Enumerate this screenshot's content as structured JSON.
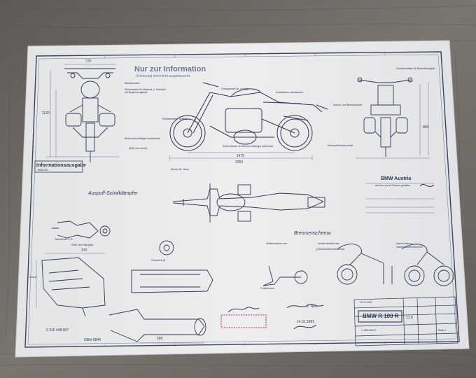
{
  "sheet": {
    "notice_title": "Nur zur Information",
    "notice_subtitle": "Zeichnung wird nicht ausgetauscht",
    "view_heading_exhaust": "Auspuff-Schalldämpfer",
    "view_heading_brakes": "Bremsenschema"
  },
  "callouts": {
    "blinker_front": "Blinkleuchte",
    "headlight": "Scheinwerfer für Abblend- u. Fernlicht mit Begrenzungslicht",
    "engine_guard": "Motorschutzbügel wahlweise",
    "guard_width": "(800 mm breit)",
    "tank_cap": "Fahrgestell-Nr. rechts",
    "seat_option": "Kniekissen wahlweise",
    "rear_light": "Rückstrahler seitlich",
    "kickstand": "Seitenständer an Motorschutzbügel wahlweise",
    "engine_number": "Motor-Nr. links",
    "reservoir": "Vorratsbehälter für Bremsflüssigkeit",
    "tail_light": "Schluß- und Bremsleuchte",
    "plate_light": "Kennzeichenleuchte",
    "front_brake": "Vorderradbremse",
    "combined_brake": "(Zweischeibenbremse)",
    "rear_brake": "Hinterradbremse",
    "handbrake": "Fußbremse",
    "brake_variant": "Nachrüstung Zweischeibenbremse",
    "section_cd": "Teilschnitt C-D",
    "section_ab": "Schnitt A-B",
    "rubber_part": "Rohr mit Dämpfer",
    "part_number": "2 316 448 007",
    "cover": "Gillet 5844"
  },
  "dimensions": {
    "front_width": "770",
    "total_length": "2250",
    "wheelbase": "1470",
    "height": "1120",
    "seat_height": "800",
    "exhaust_length": "568",
    "exhaust_width": "370",
    "exhaust_depth": "336,8"
  },
  "stamps": {
    "company": "BMW Austria",
    "company_note": "wird bei uns in Evidenz gehalten",
    "date": "14.01.1991",
    "signature": "Z. Neu",
    "left_stamp": "Informationsausgabe",
    "left_stamp_sub": "BMW AG"
  },
  "title_block": {
    "title": "BMW R 100 R",
    "scale": "1:10",
    "drawing_number": "1 385 065 Z",
    "date": "13.5.1991",
    "sheet": "Blatt 1"
  },
  "colors": {
    "table": "#716c66",
    "paper": "#e9eaec",
    "ink": "#2f3550",
    "light_ink": "#6b7590",
    "stamp_red": "#b03a3a"
  }
}
